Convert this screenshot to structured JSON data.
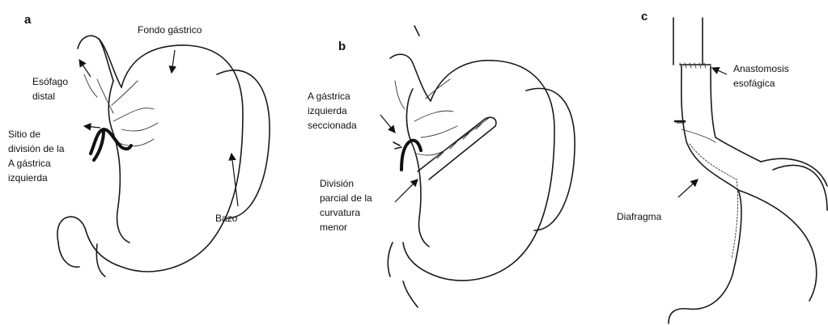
{
  "panels": [
    {
      "letter": "a",
      "labels": {
        "fondo": "Fondo gástrico",
        "esofago": [
          "Esófago",
          "distal"
        ],
        "sitio": [
          "Sitio de",
          "división de la",
          "A gástrica",
          "izquierda"
        ],
        "bazo": "Bazo"
      }
    },
    {
      "letter": "b",
      "labels": {
        "agastrica": [
          "A gástrica",
          "izquierda",
          "seccionada"
        ],
        "division": [
          "División",
          "parcial de la",
          "curvatura",
          "menor"
        ]
      }
    },
    {
      "letter": "c",
      "labels": {
        "anastomosis": [
          "Anastomosis",
          "esofágica"
        ],
        "diafragma": "Diafragma"
      }
    }
  ]
}
